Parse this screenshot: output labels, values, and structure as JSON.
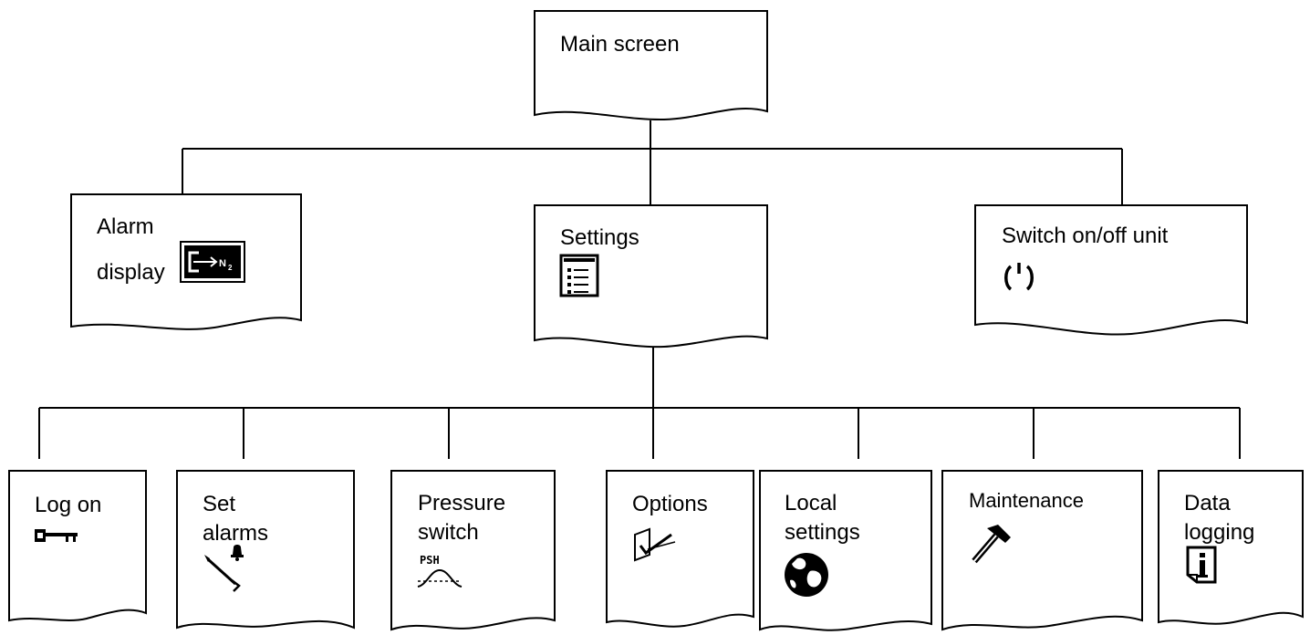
{
  "nodes": {
    "main": {
      "lines": [
        "Main screen"
      ],
      "icon": ""
    },
    "alarm": {
      "lines": [
        "Alarm",
        "display"
      ],
      "icon": "nitrogen-output-icon"
    },
    "settings": {
      "lines": [
        "Settings"
      ],
      "icon": "list-settings-icon"
    },
    "switch": {
      "lines": [
        "Switch on/off unit"
      ],
      "icon": "power-icon"
    },
    "logon": {
      "lines": [
        "Log on"
      ],
      "icon": "key-icon"
    },
    "setalarms": {
      "lines": [
        "Set",
        "alarms"
      ],
      "icon": "wrench-bell-icon"
    },
    "pressure": {
      "lines": [
        "Pressure",
        "switch"
      ],
      "icon": "psh-waveform-icon"
    },
    "options": {
      "lines": [
        "Options"
      ],
      "icon": "checkbox-check-icon"
    },
    "local": {
      "lines": [
        "Local",
        "settings"
      ],
      "icon": "globe-icon"
    },
    "maintenance": {
      "lines": [
        "Maintenance"
      ],
      "icon": "hammer-icon"
    },
    "datalogging": {
      "lines": [
        "Data",
        "logging"
      ],
      "icon": "info-document-icon"
    }
  },
  "icon_text": {
    "n2_label": "N",
    "n2_sub": "2",
    "psh_label": "PSH"
  },
  "edges": [
    [
      "main",
      "alarm"
    ],
    [
      "main",
      "settings"
    ],
    [
      "main",
      "switch"
    ],
    [
      "settings",
      "logon"
    ],
    [
      "settings",
      "setalarms"
    ],
    [
      "settings",
      "pressure"
    ],
    [
      "settings",
      "options"
    ],
    [
      "settings",
      "local"
    ],
    [
      "settings",
      "maintenance"
    ],
    [
      "settings",
      "datalogging"
    ]
  ],
  "colors": {
    "line": "#000000",
    "background": "#ffffff"
  }
}
